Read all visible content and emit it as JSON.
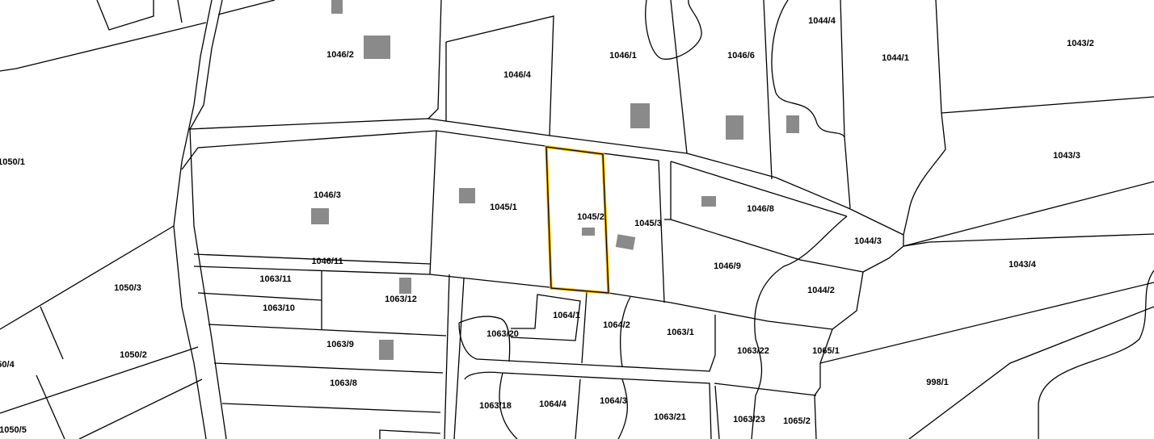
{
  "map": {
    "highlight_color": "#f5b800",
    "building_color": "#8a8a8a",
    "selected_parcel": "1045/2",
    "parcels": [
      "1046/2",
      "1046/4",
      "1046/1",
      "1046/6",
      "1044/4",
      "1044/1",
      "1043/2",
      "1050/1",
      "1046/3",
      "1045/1",
      "1045/2",
      "1045/3",
      "1046/8",
      "1043/3",
      "1044/3",
      "1043/4",
      "1046/11",
      "1050/3",
      "1063/11",
      "1063/12",
      "1046/9",
      "1044/2",
      "1063/10",
      "1064/1",
      "1063/20",
      "1064/2",
      "1063/1",
      "1063/9",
      "1063/22",
      "1065/1",
      "50/4",
      "1050/2",
      "998/1",
      "1063/8",
      "1063/18",
      "1064/4",
      "1064/3",
      "1063/21",
      "1063/23",
      "1065/2",
      "1050/5"
    ]
  }
}
